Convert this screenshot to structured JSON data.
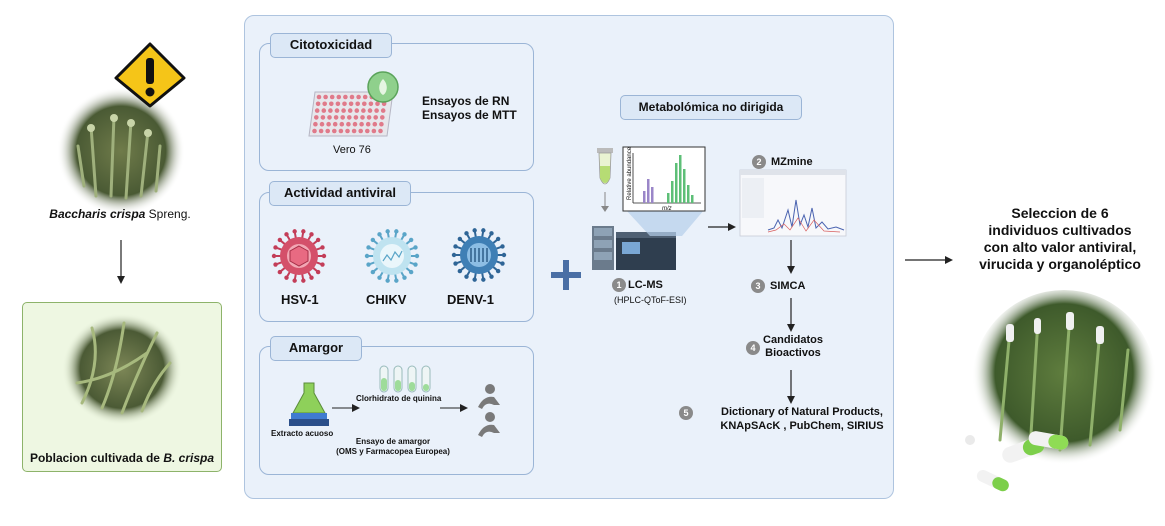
{
  "plant": {
    "species_italic": "Baccharis crispa",
    "species_author": " Spreng.",
    "cultivated_prefix": "Poblacion cultivada de ",
    "cultivated_italic": "B. crispa"
  },
  "citotoxicidad": {
    "title": "Citotoxicidad",
    "assay1": "Ensayos de RN",
    "assay2": "Ensayos de MTT",
    "cell_line": "Vero 76"
  },
  "antiviral": {
    "title": "Actividad antiviral",
    "viruses": [
      "HSV-1",
      "CHIKV",
      "DENV-1"
    ]
  },
  "amargor": {
    "title": "Amargor",
    "extract": "Extracto acuoso",
    "quinine": "Clorhidrato de quinina",
    "assay": "Ensayo de amargor",
    "assay_ref": "(OMS y Farmacopea Europea)"
  },
  "metabolomics": {
    "title": "Metabolómica no dirigida",
    "axis_y": "Relative abundance",
    "axis_x": "m/z",
    "steps": [
      {
        "num": "1",
        "label": "LC-MS",
        "sub": "(HPLC-QToF-ESI)"
      },
      {
        "num": "2",
        "label": "MZmine"
      },
      {
        "num": "3",
        "label": "SIMCA"
      },
      {
        "num": "4",
        "label": "Candidatos",
        "label2": "Bioactivos"
      },
      {
        "num": "5",
        "label": "Dictionary of Natural Products,",
        "label2": "KNApSAcK , PubChem, SIRIUS"
      }
    ]
  },
  "result": {
    "line1": "Seleccion de 6",
    "line2": "individuos cultivados",
    "line3": "con alto valor antiviral,",
    "line4": "virucida y organoléptico"
  },
  "colors": {
    "panel_bg": "#eaf1fa",
    "panel_border": "#9bb5d6",
    "plus": "#4a6fa5",
    "warning": "#f5c518",
    "hsv": "#d4506a",
    "chikv": "#5aa5c8",
    "denv": "#3f7fb5"
  }
}
